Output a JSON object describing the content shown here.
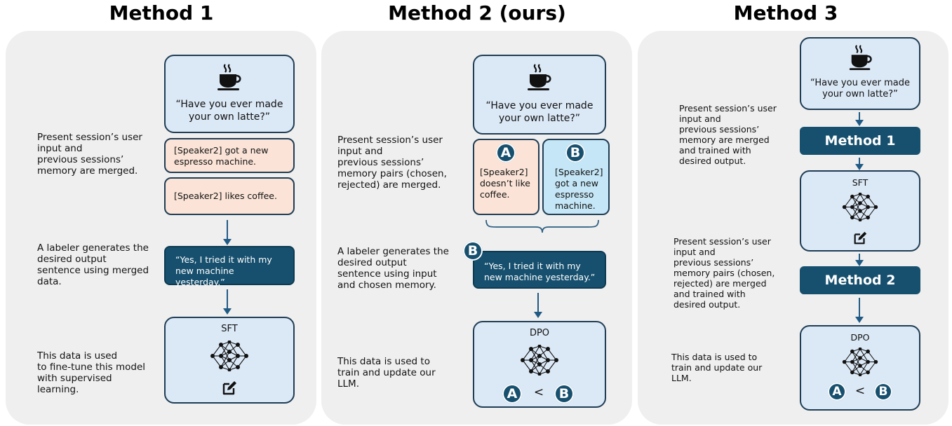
{
  "titles": {
    "method1": "Method 1",
    "method2": "Method 2 (ours)",
    "method3": "Method 3"
  },
  "prompt_text": "“Have you ever made\nyour own latte?”",
  "icons": {
    "coffee": "coffee-cup-icon",
    "network": "neural-network-icon",
    "edit": "edit-icon"
  },
  "colors": {
    "prompt_box": "#dbe8f6",
    "memory_box": "#fbe4d7",
    "memory_chosen": "#c5e6f6",
    "accent": "#17506e"
  },
  "method1": {
    "desc_merge": "Present session’s user\ninput and\nprevious sessions’\nmemory are merged.",
    "memory_1": "[Speaker2] got a new\nespresso machine.",
    "memory_2": "[Speaker2] likes coffee.",
    "desc_labeler": "A labeler generates the\ndesired output\nsentence using merged\ndata.",
    "output": "“Yes, I tried it with my\nnew machine yesterday.”",
    "desc_train": "This data is used\nto fine-tune this model\nwith supervised\nlearning.",
    "model_label": "SFT"
  },
  "method2": {
    "desc_merge": "Present session’s user\ninput and\nprevious sessions’\nmemory pairs (chosen,\nrejected) are merged.",
    "badge_a": "A",
    "badge_b": "B",
    "memory_a": "[Speaker2]\ndoesn’t like\ncoffee.",
    "memory_b": "[Speaker2]\ngot a new\nespresso\nmachine.",
    "desc_labeler": "A labeler generates the\ndesired output\nsentence using input\nand chosen memory.",
    "output": "“Yes, I tried it with my\nnew machine yesterday.”",
    "desc_train": "This data is used to\ntrain and update our\nLLM.",
    "model_label": "DPO",
    "less_than": "<"
  },
  "method3": {
    "desc_step1": "Present session’s user\ninput and\nprevious sessions’\nmemory are merged\nand trained with\ndesired output.",
    "step1_label": "Method 1",
    "sft_label": "SFT",
    "desc_step2": "Present session’s user\ninput and\nprevious sessions’\nmemory pairs (chosen,\nrejected) are merged\nand trained with\ndesired output.",
    "step2_label": "Method 2",
    "desc_train": "This data is used to\ntrain and update our\nLLM.",
    "model_label": "DPO",
    "badge_a": "A",
    "badge_b": "B",
    "less_than": "<"
  }
}
